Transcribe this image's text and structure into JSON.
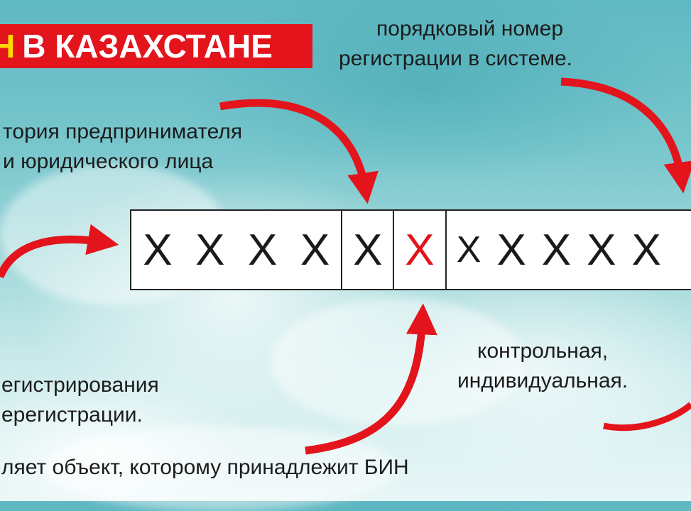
{
  "title": {
    "accent": "Н",
    "rest": "В КАЗАХСТАНЕ"
  },
  "labels": {
    "registration_number": [
      "порядковый номер",
      "регистрации в системе."
    ],
    "category": [
      "тория предпринимателя",
      "и юридического лица"
    ],
    "registration_date": [
      "егистрирования",
      "ерегистрации."
    ],
    "control": [
      "контрольная,",
      "индивидуальная."
    ],
    "object": "ляет объект, которому принадлежит БИН"
  },
  "code_segments": [
    {
      "chars": [
        "X",
        "X",
        "X",
        "X"
      ],
      "highlight": false
    },
    {
      "chars": [
        "X"
      ],
      "highlight": false
    },
    {
      "chars": [
        "X"
      ],
      "highlight": true
    },
    {
      "chars": [
        "X",
        "X",
        "X",
        "X",
        "X"
      ],
      "highlight": false
    }
  ],
  "colors": {
    "accent_red": "#e3141c",
    "banner_text_accent": "#ffd800"
  }
}
